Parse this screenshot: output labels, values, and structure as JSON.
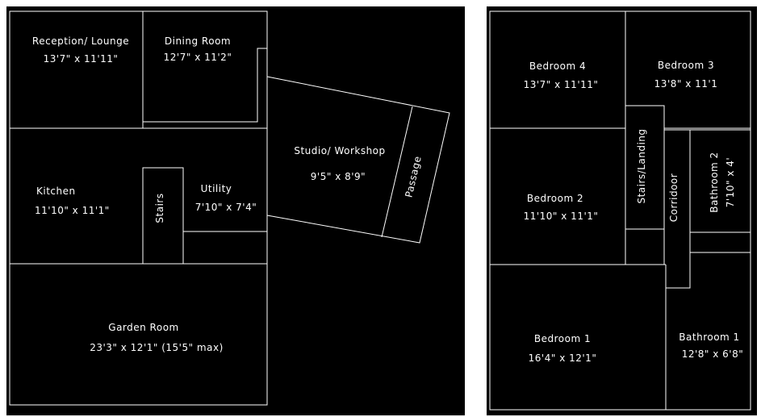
{
  "ground_floor": {
    "reception": {
      "name": "Reception/ Lounge",
      "size": "13'7\" x 11'11\""
    },
    "dining": {
      "name": "Dining Room",
      "size": "12'7\" x 11'2\""
    },
    "studio": {
      "name": "Studio/ Workshop",
      "size": "9'5\" x 8'9\""
    },
    "passage": {
      "name": "Passage"
    },
    "kitchen": {
      "name": "Kitchen",
      "size": "11'10\" x 11'1\""
    },
    "stairs": {
      "name": "Stairs"
    },
    "utility": {
      "name": "Utility",
      "size": "7'10\" x 7'4\""
    },
    "garden": {
      "name": "Garden Room",
      "size": "23'3\" x 12'1\" (15'5\" max)"
    }
  },
  "first_floor": {
    "bedroom4": {
      "name": "Bedroom 4",
      "size": "13'7\" x 11'11\""
    },
    "bedroom3": {
      "name": "Bedroom 3",
      "size": "13'8\" x 11'1"
    },
    "bedroom2": {
      "name": "Bedroom 2",
      "size": "11'10\" x  11'1\""
    },
    "stairs_landing": {
      "name": "Stairs/Landing"
    },
    "corridoor": {
      "name": "Corridoor"
    },
    "bathroom2": {
      "name": "Bathroom 2",
      "size": "7'10\" x 4'"
    },
    "bedroom1": {
      "name": "Bedroom 1",
      "size": "16'4\" x 12'1\""
    },
    "bathroom1": {
      "name": "Bathroom 1",
      "size": "12'8\" x 6'8\""
    }
  }
}
